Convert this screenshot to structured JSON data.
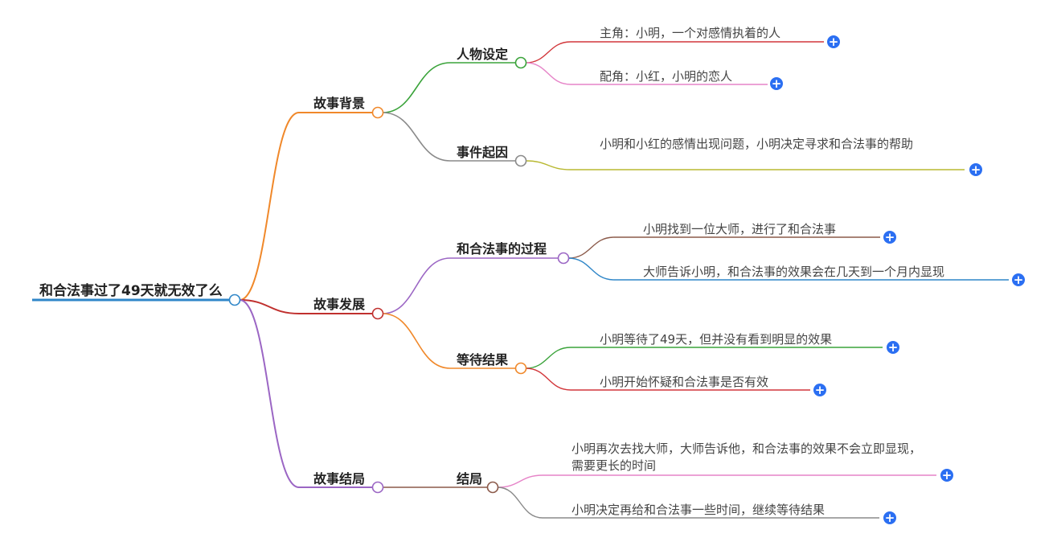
{
  "root": {
    "label": "和合法事过了49天就无效了么"
  },
  "branches": [
    {
      "label": "故事背景",
      "color": "#f0882a",
      "children": [
        {
          "label": "人物设定",
          "color": "#3aa33a",
          "leaves": [
            {
              "text": "主角：小明，一个对感情执着的人",
              "color": "#d2373b"
            },
            {
              "text": "配角：小红，小明的恋人",
              "color": "#e684c8"
            }
          ]
        },
        {
          "label": "事件起因",
          "color": "#8a8a8a",
          "leaves": [
            {
              "text": "小明和小红的感情出现问题，小明决定寻求和合法事的帮助",
              "color": "#b8b830"
            }
          ]
        }
      ]
    },
    {
      "label": "故事发展",
      "color": "#c0302e",
      "children": [
        {
          "label": "和合法事的过程",
          "color": "#9b66c4",
          "leaves": [
            {
              "text": "小明找到一位大师，进行了和合法事",
              "color": "#8b5a4a"
            },
            {
              "text": "大师告诉小明，和合法事的效果会在几天到一个月内显现",
              "color": "#2f86c8"
            }
          ]
        },
        {
          "label": "等待结果",
          "color": "#f0882a",
          "leaves": [
            {
              "text": "小明等待了49天，但并没有看到明显的效果",
              "color": "#3aa33a"
            },
            {
              "text": "小明开始怀疑和合法事是否有效",
              "color": "#d2373b"
            }
          ]
        }
      ]
    },
    {
      "label": "故事结局",
      "color": "#9b66c4",
      "children": [
        {
          "label": "结局",
          "color": "#8b5a4a",
          "leaves": [
            {
              "text": "小明再次去找大师，大师告诉他，和合法事的效果不会立即显现，需要更长的时间",
              "color": "#e684c8"
            },
            {
              "text": "小明决定再给和合法事一些时间，继续等待结果",
              "color": "#8a8a8a"
            }
          ]
        }
      ]
    }
  ],
  "colors": {
    "root_line": "#2f86c8",
    "plus": "#2b6ff2"
  },
  "icons": {
    "expand": "plus-circle-icon"
  }
}
